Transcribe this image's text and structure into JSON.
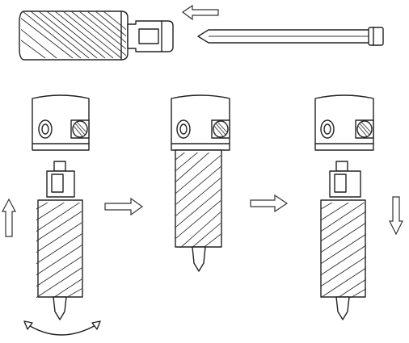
{
  "figure": {
    "description_labels": [],
    "colors": {
      "line": "#222222",
      "background": "#ffffff",
      "arrow_fill": "#ffffff"
    },
    "panels": [
      {
        "id": "assembly-top",
        "items": [
          "annular-cutter",
          "pilot-pin",
          "insert-arrow-left"
        ]
      },
      {
        "id": "step-1",
        "items": [
          "arbor-block",
          "cutter-with-shank",
          "up-arrow",
          "rotation-arrow"
        ]
      },
      {
        "id": "step-2",
        "items": [
          "arbor-block",
          "mounted-cutter"
        ]
      },
      {
        "id": "step-3",
        "items": [
          "arbor-block",
          "cutter-with-shank",
          "down-arrow"
        ]
      }
    ],
    "arrows": [
      "left-arrow",
      "up-arrow",
      "right-arrow",
      "right-arrow",
      "down-arrow",
      "rotation-arrow"
    ]
  }
}
